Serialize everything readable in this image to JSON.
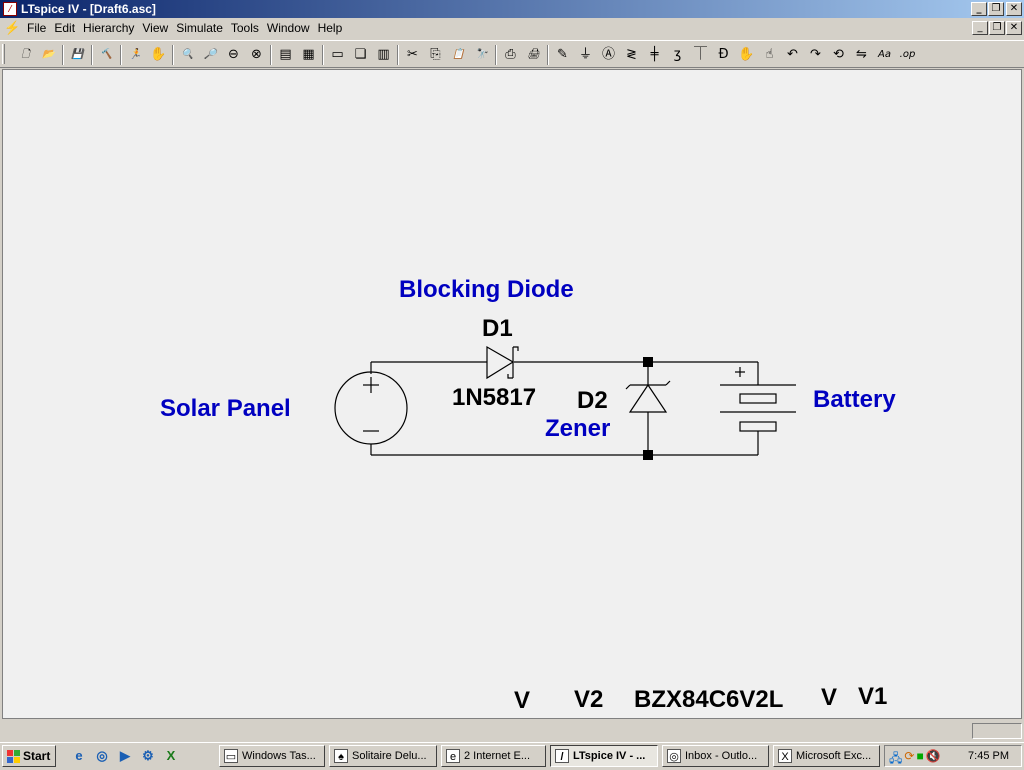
{
  "window": {
    "title": "LTspice IV - [Draft6.asc]",
    "app_icon": "ltspice-logo-icon",
    "controls": [
      "_",
      "❐",
      "✕"
    ]
  },
  "menu": {
    "items": [
      "File",
      "Edit",
      "Hierarchy",
      "View",
      "Simulate",
      "Tools",
      "Window",
      "Help"
    ],
    "doc_controls": [
      "_",
      "❐",
      "✕"
    ]
  },
  "toolbar": {
    "tools": [
      {
        "name": "new-schematic-icon",
        "glyph": "🗋"
      },
      {
        "name": "open-icon",
        "glyph": "📂"
      },
      {
        "sep": true
      },
      {
        "name": "save-icon",
        "glyph": "💾"
      },
      {
        "sep": true
      },
      {
        "name": "control-panel-icon",
        "glyph": "🔨"
      },
      {
        "sep": true
      },
      {
        "name": "run-icon",
        "glyph": "🏃"
      },
      {
        "name": "halt-icon",
        "glyph": "✋"
      },
      {
        "sep": true
      },
      {
        "name": "zoom-area-icon",
        "glyph": "🔍"
      },
      {
        "name": "pan-icon",
        "glyph": "🔎"
      },
      {
        "name": "zoom-out-icon",
        "glyph": "⊖"
      },
      {
        "name": "zoom-fit-icon",
        "glyph": "⊗"
      },
      {
        "sep": true
      },
      {
        "name": "autorange-icon",
        "glyph": "▤"
      },
      {
        "name": "grid-icon",
        "glyph": "▦"
      },
      {
        "sep": true
      },
      {
        "name": "tile-horizontal-icon",
        "glyph": "▭"
      },
      {
        "name": "cascade-icon",
        "glyph": "❏"
      },
      {
        "name": "tile-vertical-icon",
        "glyph": "▥"
      },
      {
        "sep": true
      },
      {
        "name": "cut-icon",
        "glyph": "✂"
      },
      {
        "name": "copy-icon",
        "glyph": "⎘"
      },
      {
        "name": "paste-icon",
        "glyph": "📋"
      },
      {
        "name": "find-icon",
        "glyph": "🔭"
      },
      {
        "sep": true
      },
      {
        "name": "print-preview-icon",
        "glyph": "⎙"
      },
      {
        "name": "print-icon",
        "glyph": "🖨"
      },
      {
        "sep": true
      },
      {
        "name": "wire-icon",
        "glyph": "✎"
      },
      {
        "name": "ground-icon",
        "glyph": "⏚"
      },
      {
        "name": "label-net-icon",
        "glyph": "Ⓐ"
      },
      {
        "name": "resistor-icon",
        "glyph": "≷"
      },
      {
        "name": "capacitor-icon",
        "glyph": "╪"
      },
      {
        "name": "inductor-icon",
        "glyph": "ʒ"
      },
      {
        "name": "diode-icon",
        "glyph": "⏉"
      },
      {
        "name": "component-icon",
        "glyph": "Ð"
      },
      {
        "name": "move-icon",
        "glyph": "✋"
      },
      {
        "name": "drag-icon",
        "glyph": "☝"
      },
      {
        "name": "undo-icon",
        "glyph": "↶"
      },
      {
        "name": "redo-icon",
        "glyph": "↷"
      },
      {
        "name": "rotate-icon",
        "glyph": "⟲"
      },
      {
        "name": "mirror-icon",
        "glyph": "⇋"
      },
      {
        "name": "text-icon",
        "glyph": "Aa"
      },
      {
        "name": "spice-directive-icon",
        "glyph": ".op"
      }
    ]
  },
  "schematic": {
    "labels": {
      "blocking_diode": "Blocking Diode",
      "d1_ref": "D1",
      "d1_value": "1N5817",
      "solar_panel": "Solar Panel",
      "d2_ref": "D2",
      "zener": "Zener",
      "battery": "Battery"
    },
    "bottom_labels": [
      "V",
      "V2",
      "BZX84C6V2L",
      "V",
      "V1"
    ],
    "wire_color": "#000000",
    "label_color": "#0000c0"
  },
  "taskbar": {
    "start_label": "Start",
    "quick_launch": [
      "ie-icon",
      "outlook-icon",
      "media-player-icon",
      "network-icon",
      "excel-icon"
    ],
    "tasks": [
      {
        "label": "Windows Tas...",
        "icon": "window-icon",
        "active": false
      },
      {
        "label": "Solitaire Delu...",
        "icon": "solitaire-icon",
        "active": false
      },
      {
        "label": "2 Internet E...",
        "icon": "ie-icon",
        "active": false
      },
      {
        "label": "LTspice IV - ...",
        "icon": "ltspice-icon",
        "active": true
      },
      {
        "label": "Inbox - Outlo...",
        "icon": "outlook-icon",
        "active": false
      },
      {
        "label": "Microsoft Exc...",
        "icon": "excel-icon",
        "active": false
      }
    ],
    "clock": "7:45 PM"
  }
}
